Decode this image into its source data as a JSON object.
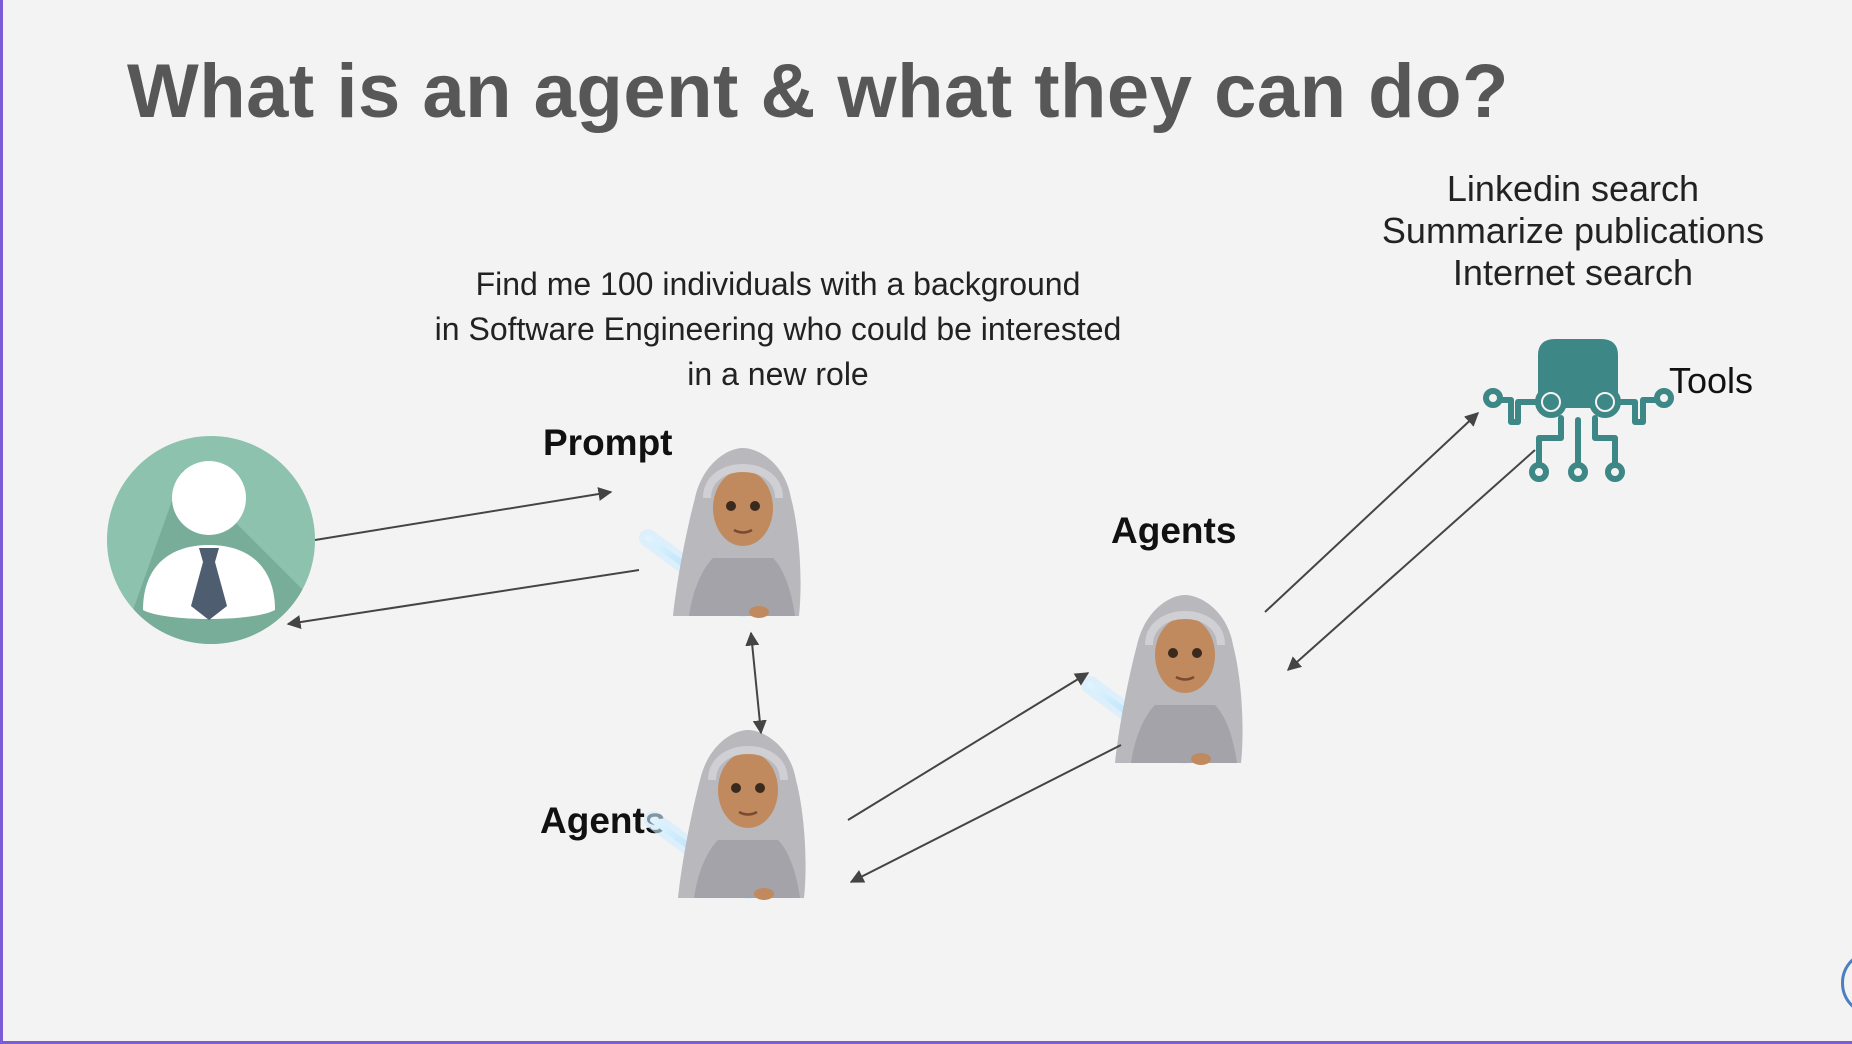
{
  "slide": {
    "title": "What is an agent & what they can do?",
    "prompt_lines": [
      "Find me 100 individuals with a background",
      "in Software Engineering who could be interested",
      "in a new role"
    ],
    "tools_list": [
      "Linkedin search",
      "Summarize publications",
      "Internet search"
    ],
    "labels": {
      "prompt": "Prompt",
      "agents_top": "Agents",
      "agents_bottom": "Agents",
      "tools": "Tools"
    }
  },
  "icons": {
    "user": "user-avatar-icon",
    "agent": "woman-with-headscarf-lightsaber-emoji",
    "tools": "octopus-circuit-icon"
  },
  "colors": {
    "title": "#575757",
    "user_circle": "#8cc2ae",
    "tools_icon": "#3d8786",
    "border": "#7b5cd6"
  }
}
